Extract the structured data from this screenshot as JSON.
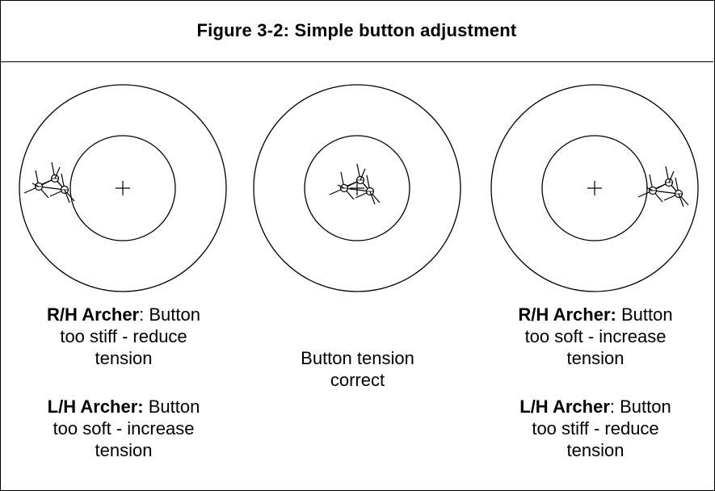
{
  "title": "Figure 3-2: Simple button adjustment",
  "left": {
    "rh_label": "R/H Archer",
    "rh_text_a": ": Button",
    "rh_text_b": "too stiff - reduce",
    "rh_text_c": "tension",
    "lh_label": "L/H Archer:",
    "lh_text_a": " Button",
    "lh_text_b": "too soft - increase",
    "lh_text_c": "tension"
  },
  "center": {
    "line_a": "Button tension",
    "line_b": "correct"
  },
  "right": {
    "rh_label": "R/H Archer:",
    "rh_text_a": " Button",
    "rh_text_b": "too soft - increase",
    "rh_text_c": "tension",
    "lh_label": "L/H Archer",
    "lh_text_a": ": Button",
    "lh_text_b": "too stiff - reduce",
    "lh_text_c": "tension"
  },
  "targets": [
    {
      "name": "left-target",
      "group": "off-center-left"
    },
    {
      "name": "center-target",
      "group": "centered"
    },
    {
      "name": "right-target",
      "group": "off-center-right"
    }
  ]
}
